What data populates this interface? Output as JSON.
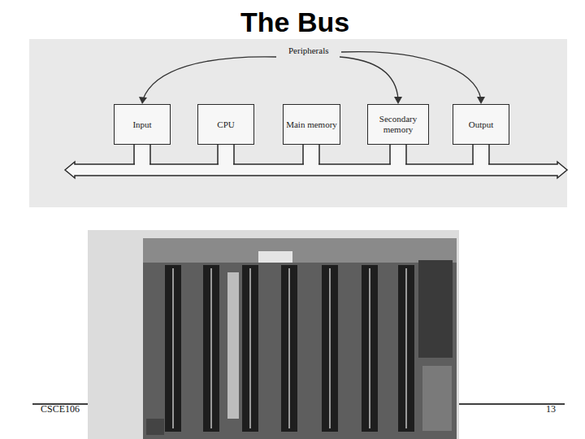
{
  "diagram": {
    "title": "The Bus",
    "nodes": [
      {
        "text": [
          "Input"
        ]
      },
      {
        "text": [
          "CPU"
        ]
      },
      {
        "text": [
          "Main memory"
        ]
      },
      {
        "text": [
          "Secondary memory"
        ]
      },
      {
        "text": [
          "Output"
        ]
      }
    ],
    "labels": [
      "Peripherals",
      "CSCE106",
      "13"
    ]
  }
}
